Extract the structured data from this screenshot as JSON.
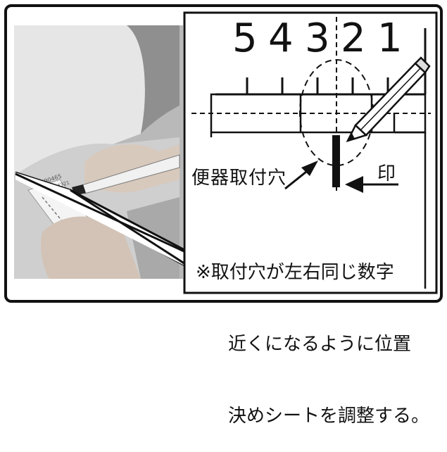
{
  "scale_digits": [
    "5",
    "4",
    "3",
    "2",
    "1"
  ],
  "labels": {
    "toilet_mount_hole": "便器取付穴",
    "mark": "印"
  },
  "note_lines": [
    "※取付穴が左右同じ数字",
    "近くになるように位置",
    "決めシートを調整する。"
  ],
  "photo": {
    "sheet_text_1": "H90465",
    "sheet_text_2": "54321"
  }
}
